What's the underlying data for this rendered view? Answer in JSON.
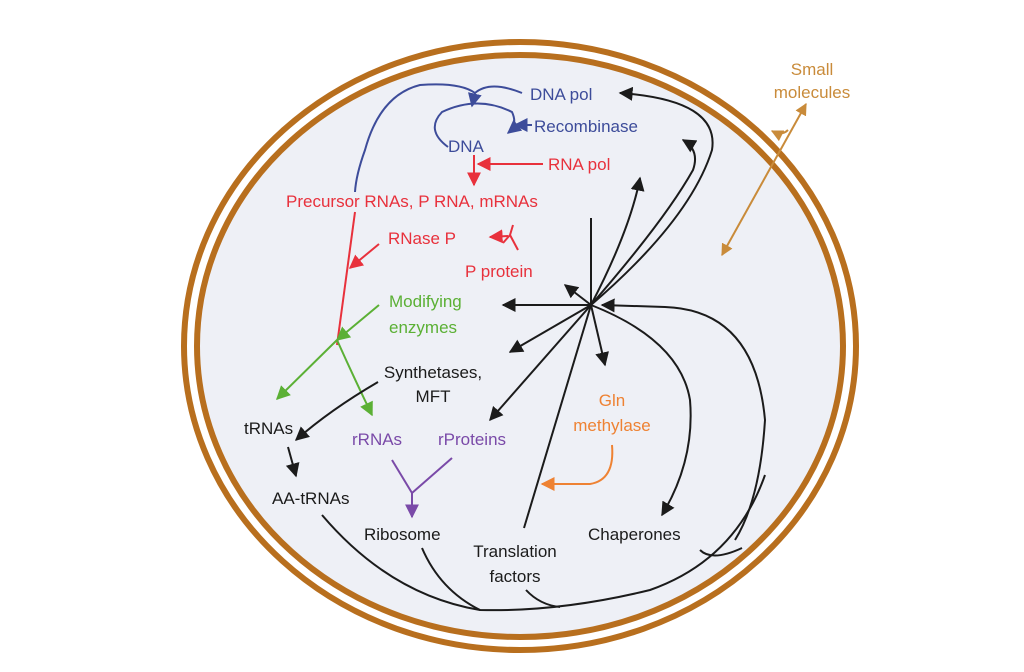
{
  "colors": {
    "membrane": "#b86f1e",
    "cytoplasm": "#eef0f6",
    "dna": "#3d4c9a",
    "rna": "#e8313c",
    "modifying": "#5bb035",
    "ribosome": "#7a4aa8",
    "methylase": "#ee8233",
    "protein": "#1b1b1b",
    "small_molecules": "#c98b3a"
  },
  "labels": {
    "small_molecules": [
      "Small",
      "molecules"
    ],
    "dna_pol": "DNA pol",
    "recombinase": "Recombinase",
    "dna": "DNA",
    "rna_pol": "RNA pol",
    "precursor": "Precursor RNAs, P RNA, mRNAs",
    "rnase_p": "RNase P",
    "p_protein": "P protein",
    "modifying_enzymes": [
      "Modifying",
      "enzymes"
    ],
    "synthetases": [
      "Synthetases,",
      "MFT"
    ],
    "gln_methylase": [
      "Gln",
      "methylase"
    ],
    "trnas": "tRNAs",
    "rrnas": "rRNAs",
    "rproteins": "rProteins",
    "aa_trnas": "AA-tRNAs",
    "ribosome": "Ribosome",
    "translation_factors": [
      "Translation",
      "factors"
    ],
    "chaperones": "Chaperones"
  }
}
